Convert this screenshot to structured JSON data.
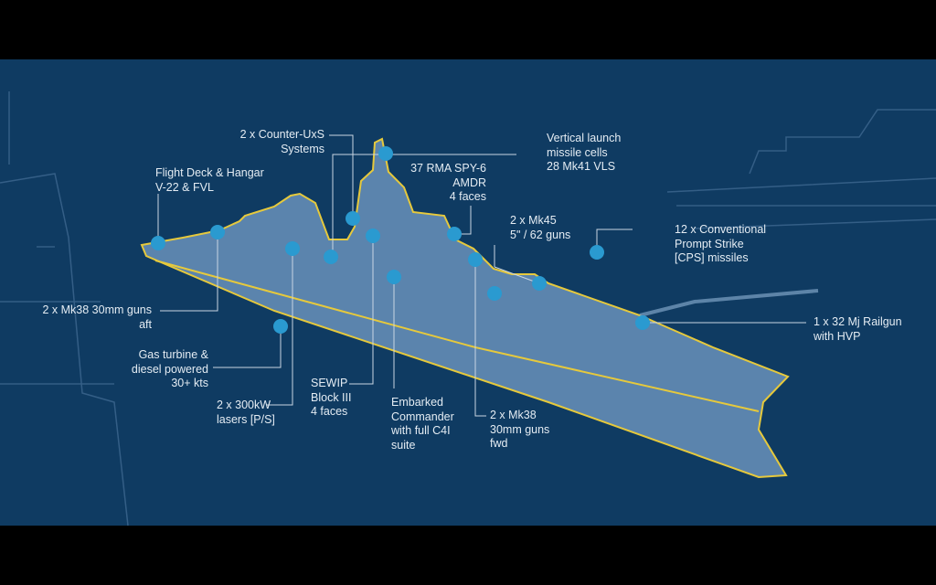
{
  "colors": {
    "background": "#0f3b62",
    "hull": "#5b84ad",
    "outline": "#e6c93c",
    "marker": "#2a9ad0",
    "leader": "#c9d6e2"
  },
  "callouts": {
    "counter_uxs": [
      "2 x Counter-UxS",
      "Systems"
    ],
    "flight_deck": [
      "Flight Deck & Hangar",
      "V-22 & FVL"
    ],
    "spy6": [
      "37 RMA SPY-6",
      "AMDR",
      "4 faces"
    ],
    "vls": [
      "Vertical launch",
      "missile cells",
      "28 Mk41 VLS"
    ],
    "mk45": [
      "2 x Mk45",
      "5\" / 62 guns"
    ],
    "cps": [
      "12 x Conventional",
      "Prompt Strike",
      "[CPS] missiles"
    ],
    "railgun": [
      "1 x 32 Mj Railgun",
      "with HVP"
    ],
    "mk38_aft": [
      "2 x Mk38 30mm guns",
      "aft"
    ],
    "propulsion": [
      "Gas turbine &",
      "diesel powered",
      "30+ kts"
    ],
    "lasers": [
      "2 x 300kW",
      "lasers [P/S]"
    ],
    "sewip": [
      "SEWIP",
      "Block III",
      "4 faces"
    ],
    "commander": [
      "Embarked",
      "Commander",
      "with full C4I",
      "suite"
    ],
    "mk38_fwd": [
      "2 x Mk38",
      "30mm guns",
      "fwd"
    ]
  }
}
